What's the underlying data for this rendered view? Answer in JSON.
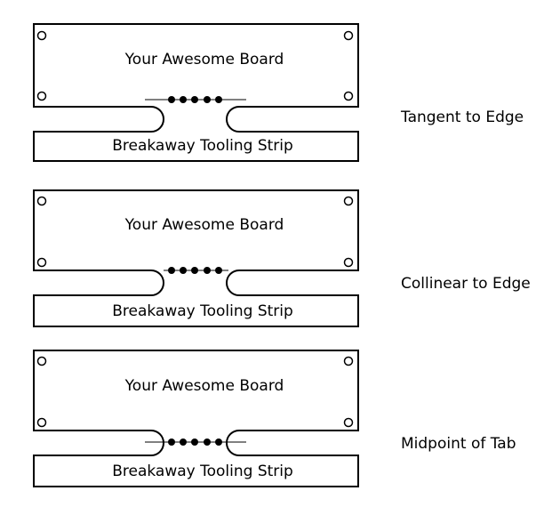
{
  "colors": {
    "stroke": "#000000",
    "background": "#ffffff"
  },
  "panels": [
    {
      "board_label": "Your Awesome Board",
      "strip_label": "Breakaway Tooling Strip",
      "caption": "Tangent to Edge"
    },
    {
      "board_label": "Your Awesome Board",
      "strip_label": "Breakaway Tooling Strip",
      "caption": "Collinear to Edge"
    },
    {
      "board_label": "Your Awesome Board",
      "strip_label": "Breakaway Tooling Strip",
      "caption": "Midpoint of Tab"
    }
  ]
}
